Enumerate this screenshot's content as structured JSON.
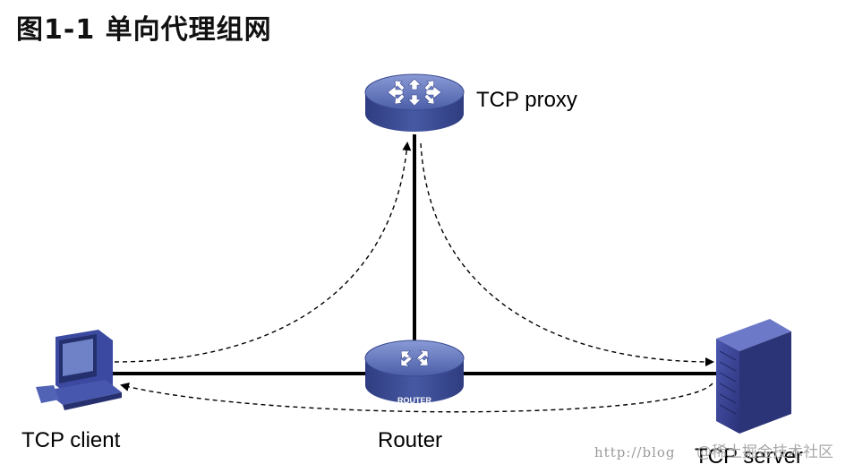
{
  "title": "图1-1  单向代理组网",
  "nodes": {
    "tcp_proxy": {
      "label": "TCP proxy",
      "type": "router-proxy"
    },
    "router": {
      "label": "Router",
      "badge": "ROUTER",
      "type": "router"
    },
    "tcp_client": {
      "label": "TCP client",
      "type": "pc"
    },
    "tcp_server": {
      "label": "TCP server",
      "type": "server"
    }
  },
  "links": [
    {
      "from": "tcp_client",
      "to": "router",
      "style": "solid"
    },
    {
      "from": "router",
      "to": "tcp_server",
      "style": "solid"
    },
    {
      "from": "router",
      "to": "tcp_proxy",
      "style": "solid"
    }
  ],
  "flows": [
    {
      "from": "tcp_client",
      "to": "tcp_proxy",
      "style": "dashed"
    },
    {
      "from": "tcp_proxy",
      "to": "tcp_server",
      "style": "dashed"
    },
    {
      "from": "tcp_server",
      "to": "tcp_client",
      "style": "dashed"
    }
  ],
  "watermark": {
    "url": "http://blog",
    "cn": "@稀土掘金技术社区"
  },
  "colors": {
    "device_blue": "#4a5fa8",
    "device_dark": "#2e3a7a",
    "line": "#000000"
  }
}
